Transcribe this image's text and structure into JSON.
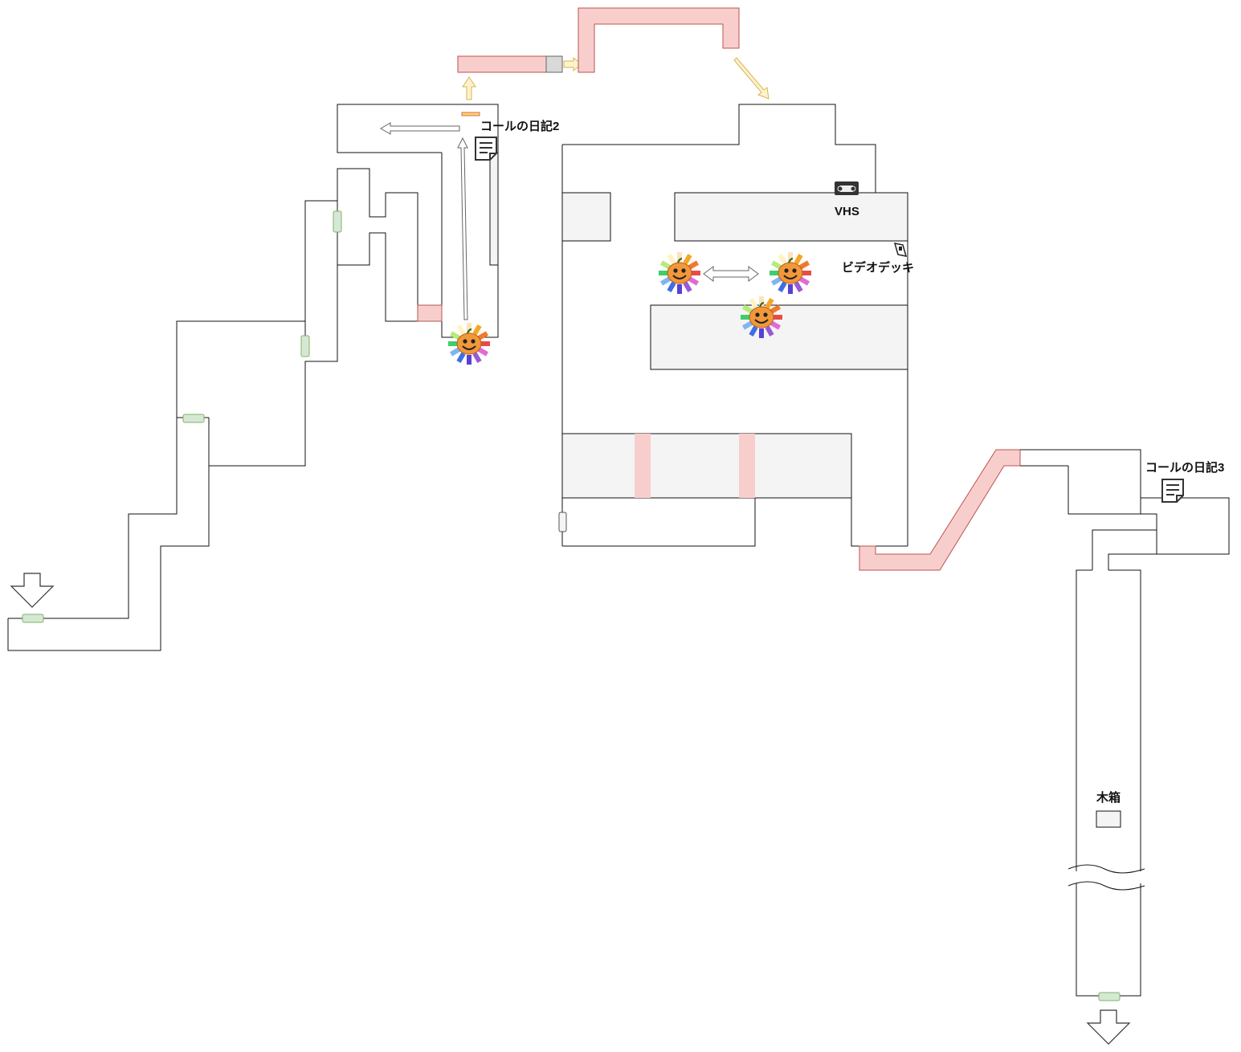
{
  "map": {
    "labels": {
      "diary2": "コールの日記2",
      "diary3": "コールの日記3",
      "vhs": "VHS",
      "video_deck": "ビデオデッキ",
      "wooden_box": "木箱"
    },
    "colors": {
      "chase_corridor": "#f8cecc",
      "door": "#d5e8d4",
      "route_arrow": "#fff2cc",
      "furniture": "#f4f4f4"
    },
    "icons": [
      "note-icon",
      "vhs-tape-icon",
      "video-deck-icon",
      "pumpkin-enemy-icon",
      "exit-down-arrow-icon"
    ]
  }
}
